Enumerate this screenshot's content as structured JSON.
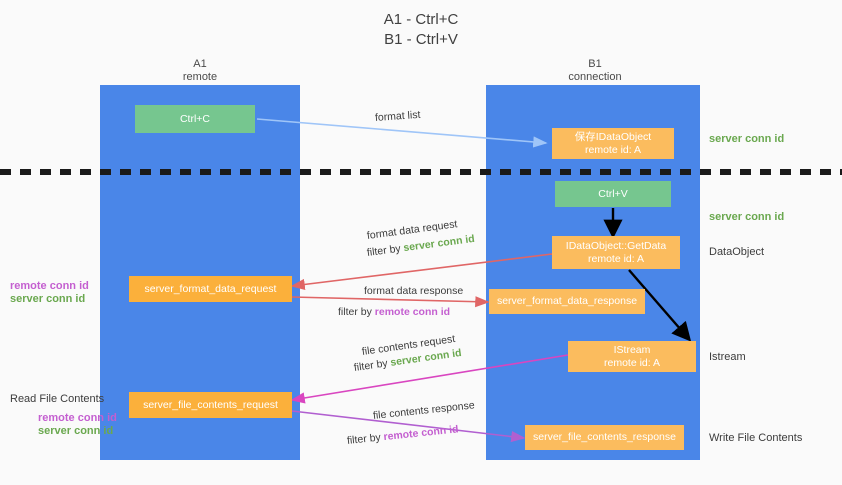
{
  "title": {
    "line1": "A1 - Ctrl+C",
    "line2": "B1 - Ctrl+V"
  },
  "colors": {
    "panel": "#4a86e8",
    "green_box": "#76c68f",
    "orange_box": "#fbb03b",
    "green_text": "#6aa84f",
    "purple_text": "#c45fd0",
    "arrow_blue": "#9fc5f8",
    "arrow_red": "#e06666",
    "arrow_magenta": "#d946c0",
    "arrow_purple": "#b15fd0",
    "arrow_black": "#000000",
    "background": "#fafafa"
  },
  "columns": [
    {
      "name": "A1",
      "sub": "remote"
    },
    {
      "name": "B1",
      "sub": "connection"
    }
  ],
  "boxes": {
    "ctrl_c": "Ctrl+C",
    "ctrl_v": "Ctrl+V",
    "save_dataobject_l1": "保存IDataObject",
    "save_dataobject_l2": "remote id: A",
    "getdata_l1": "IDataObject::GetData",
    "getdata_l2": "remote id: A",
    "istream_l1": "IStream",
    "istream_l2": "remote id: A",
    "server_format_data_request": "server_format_data_request",
    "server_format_data_response": "server_format_data_response",
    "server_file_contents_request": "server_file_contents_request",
    "server_file_contents_response": "server_file_contents_response"
  },
  "edge_labels": {
    "format_list": "format list",
    "format_data_request": "format data request",
    "format_data_request_filter_pre": "filter by ",
    "format_data_request_filter_key": "server conn id",
    "format_data_response": "format data response",
    "format_data_response_filter_pre": "filter by ",
    "format_data_response_filter_key": "remote conn id",
    "file_contents_request": "file contents request",
    "file_contents_request_filter_pre": "filter by ",
    "file_contents_request_filter_key": "server conn id",
    "file_contents_response": "file contents response",
    "file_contents_response_filter_pre": "filter by ",
    "file_contents_response_filter_key": "remote conn id"
  },
  "right_labels": {
    "server_conn_id_top": "server conn id",
    "server_conn_id_mid": "server conn id",
    "dataobject": "DataObject",
    "istream": "Istream",
    "write_file_contents": "Write File Contents"
  },
  "left_labels": {
    "remote_conn_id_top": "remote conn id",
    "server_conn_id_top": "server conn id",
    "read_file_contents": "Read File Contents",
    "remote_conn_id_bottom": "remote conn id",
    "server_conn_id_bottom": "server conn id"
  }
}
